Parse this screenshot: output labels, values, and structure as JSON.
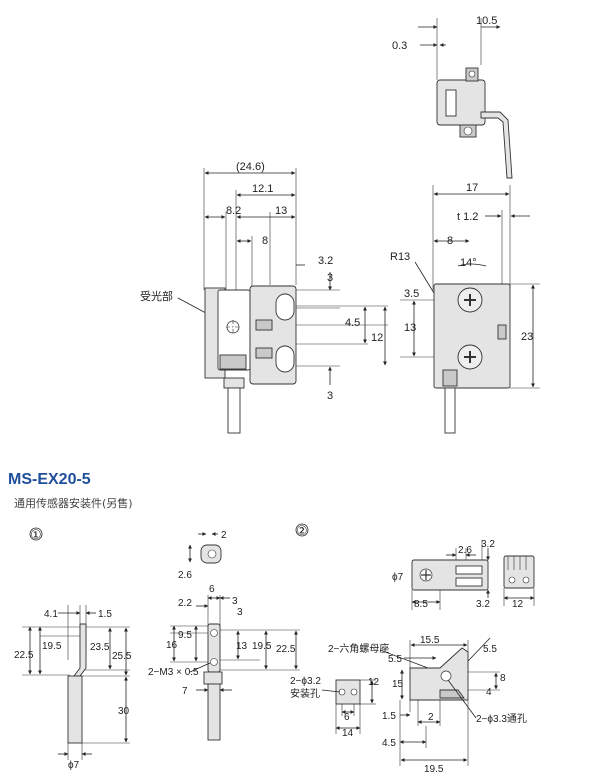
{
  "product": {
    "model": "MS-EX20-5",
    "description": "通用传感器安装件(另售)"
  },
  "sensor_views": {
    "top": {
      "dim_width": "10.5",
      "dim_offset": "0.3"
    },
    "front": {
      "dim_overall": "(24.6)",
      "dim_a": "12.1",
      "dim_b": "8.2",
      "dim_c": "13",
      "dim_d": "8",
      "dim_e": "3.2",
      "dim_f": "3",
      "dim_g": "4.5",
      "dim_h": "12",
      "dim_i": "3",
      "label_receiver": "受光部"
    },
    "side": {
      "dim_width": "17",
      "dim_thickness": "t 1.2",
      "dim_radius": "R13",
      "dim_pitch": "8",
      "dim_angle": "14°",
      "dim_offset": "3.5",
      "dim_hole": "13",
      "dim_height": "23"
    }
  },
  "bracket": {
    "view1": {
      "marker": "①",
      "dim_top_a": "4.1",
      "dim_top_b": "1.5",
      "dim_left_a": "19.5",
      "dim_left_b": "22.5",
      "dim_right_a": "23.5",
      "dim_right_b": "25.5",
      "dim_length": "30",
      "dim_dia": "ϕ7"
    },
    "view_mid": {
      "dim_nut": "2",
      "dim_nut_h": "2.6",
      "dim_top": "6",
      "dim_a": "2.2",
      "dim_b": "3",
      "dim_c": "3",
      "dim_d": "9.5",
      "dim_e": "16",
      "dim_f": "13",
      "dim_g": "19.5",
      "dim_h": "22.5",
      "label_thread": "2−M3 × 0.5",
      "dim_bottom": "7"
    },
    "view2": {
      "marker": "②",
      "dim_a": "2.6",
      "dim_b": "3.2",
      "dim_dia": "ϕ7",
      "dim_c": "8.5",
      "dim_d": "3.2",
      "dim_e": "12",
      "label_nut_seat": "2−六角螺母座",
      "dim_f": "15.5",
      "dim_g": "5.5",
      "dim_h": "5.5",
      "dim_i": "15",
      "dim_j": "8",
      "dim_k": "4",
      "dim_l": "12",
      "label_mount_hole": "2−ϕ3.2",
      "label_mount_hole2": "安装孔",
      "dim_m": "6",
      "dim_n": "14",
      "dim_o": "1.5",
      "dim_p": "2",
      "label_through_hole": "2−ϕ3.3通孔",
      "dim_q": "4.5",
      "dim_r": "19.5"
    }
  }
}
